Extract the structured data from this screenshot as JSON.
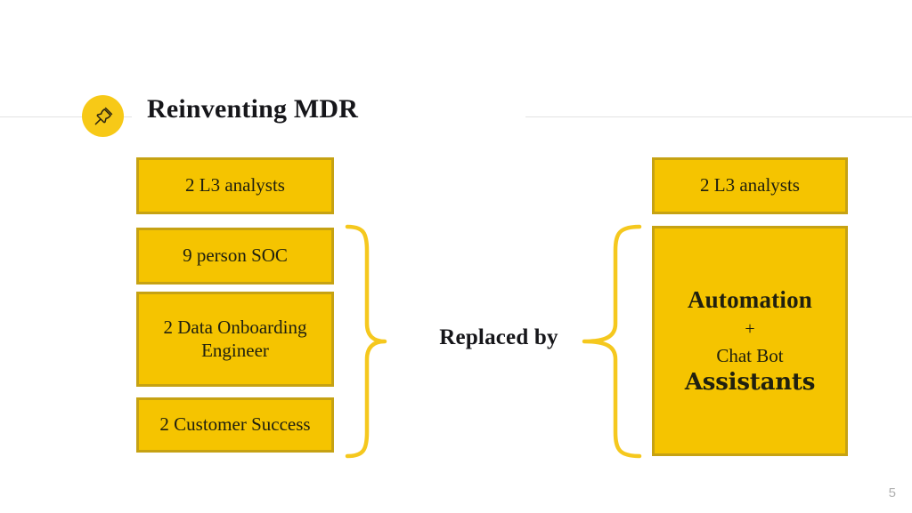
{
  "slide": {
    "page_number": "5",
    "background_color": "#ffffff"
  },
  "header": {
    "title": "Reinventing MDR",
    "icon": "pushpin-icon",
    "badge_color": "#F7C917",
    "rule_color": "#e3e3e3"
  },
  "theme": {
    "box_fill": "#F5C400",
    "box_border": "#C6A213",
    "brace_color": "#F5C81E",
    "text_color": "#20200f",
    "page_number_color": "#b0b0b0"
  },
  "left_column": {
    "name": "current-state",
    "boxes": [
      {
        "text": "2 L3 analysts"
      },
      {
        "text": "9 person SOC"
      },
      {
        "text": "2 Data Onboarding Engineer"
      },
      {
        "text": "2 Customer Success"
      }
    ]
  },
  "center": {
    "label": "Replaced by",
    "left_brace": "right-pointing-brace",
    "right_brace": "left-pointing-brace"
  },
  "right_column": {
    "name": "future-state",
    "top_box": {
      "text": "2 L3 analysts"
    },
    "main_box": {
      "line1": "Automation",
      "line2": "+",
      "line3": "Chat Bot",
      "line4": "Assistants"
    }
  }
}
